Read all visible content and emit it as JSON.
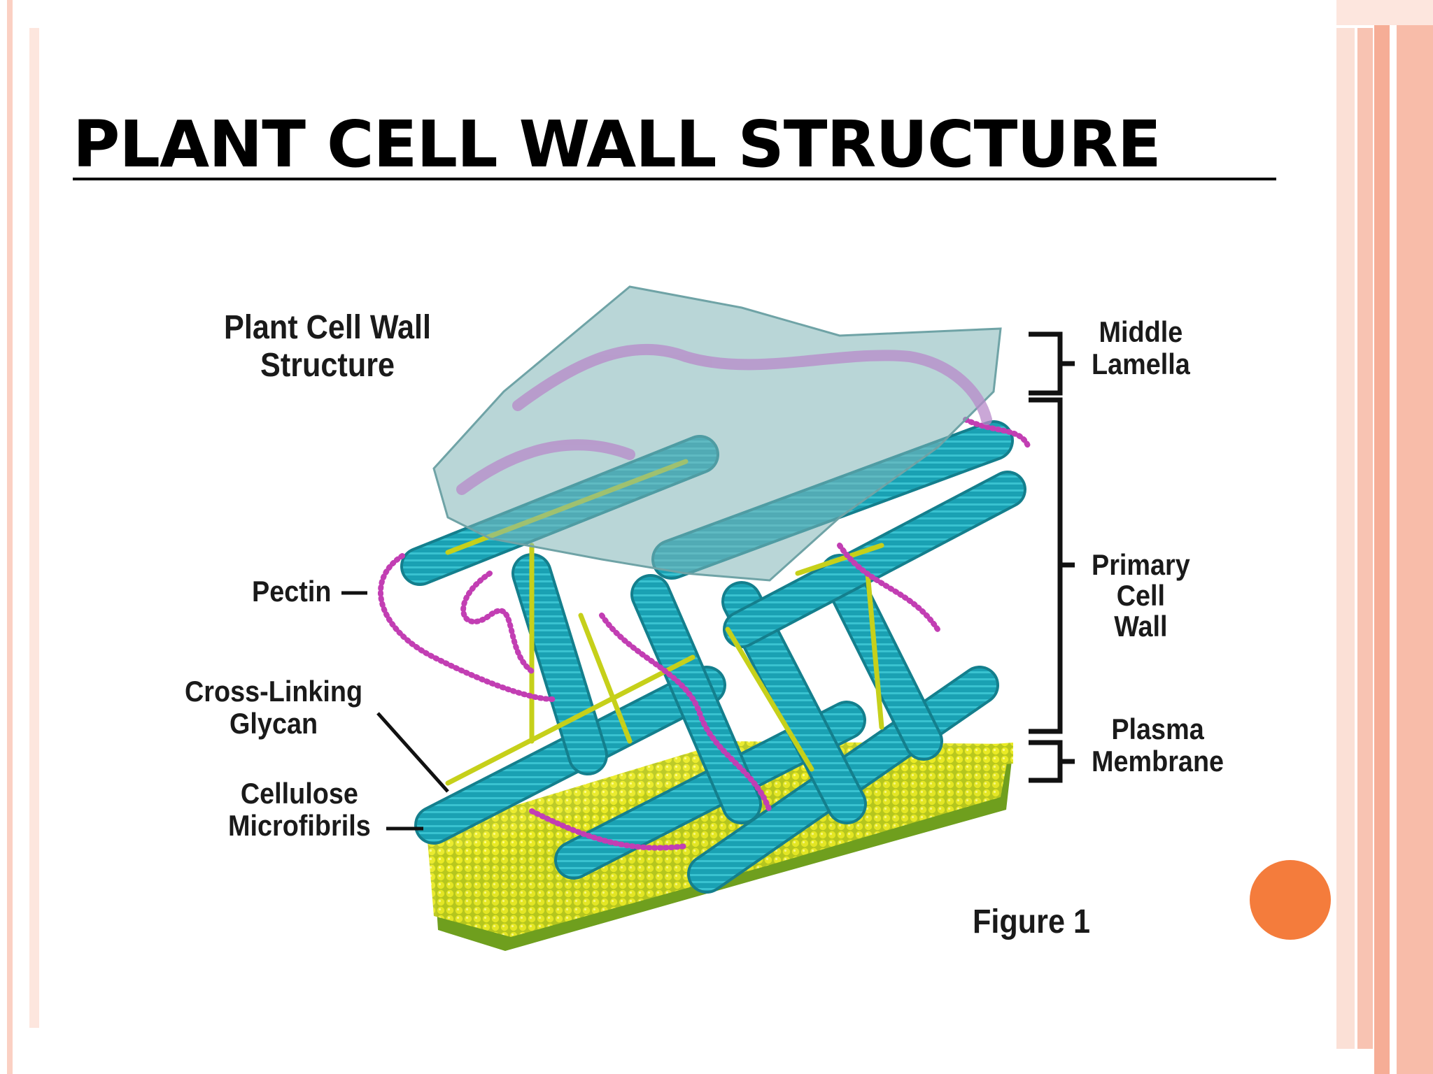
{
  "slide": {
    "title": "PLANT CELL WALL STRUCTURE"
  },
  "figure": {
    "heading": [
      "Plant Cell Wall",
      "Structure"
    ],
    "caption": "Figure 1",
    "left_labels": {
      "pectin": "Pectin",
      "cross_linking_glycan": [
        "Cross-Linking",
        "Glycan"
      ],
      "cellulose_microfibrils": [
        "Cellulose",
        "Microfibrils"
      ]
    },
    "right_labels": {
      "middle_lamella": [
        "Middle",
        "Lamella"
      ],
      "primary_cell_wall": [
        "Primary",
        "Cell",
        "Wall"
      ],
      "plasma_membrane": [
        "Plasma",
        "Membrane"
      ]
    }
  },
  "colors": {
    "border_accent": "#f7b8a6",
    "border_light": "#fde3da",
    "cellulose": "#1fa7b8",
    "pectin": "#c43fb5",
    "glycan": "#c9d21c",
    "membrane": "#e3e220",
    "lamella": "#8fbfc2",
    "slide_dot": "#f47c3c"
  }
}
